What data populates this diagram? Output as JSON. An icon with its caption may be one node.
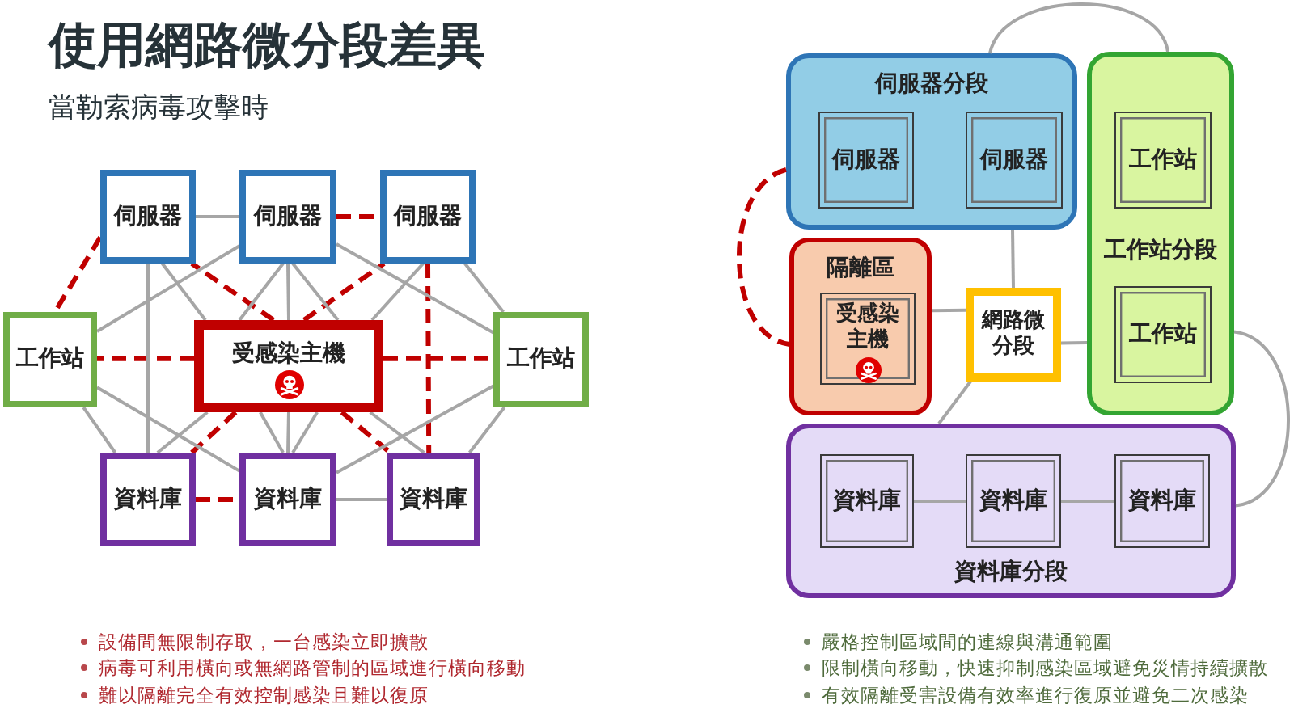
{
  "diagram": {
    "title": "使用網路微分段差異",
    "nodes": [
      {
        "text": [
          "伺服器"
        ]
      },
      {
        "text": [
          "伺服器"
        ]
      },
      {
        "text": [
          "伺服器"
        ]
      },
      {
        "text": [
          "工作站"
        ]
      },
      {
        "text": [
          "受感染主機"
        ]
      },
      {
        "text": [
          "工作站"
        ]
      },
      {
        "text": [
          "資料庫"
        ]
      },
      {
        "text": [
          "資料庫"
        ]
      },
      {
        "text": [
          "資料庫"
        ]
      },
      {
        "text": [
          "伺服器分段"
        ]
      },
      {
        "text": [
          "伺服器"
        ],
        "in": 9
      },
      {
        "text": [
          "伺服器"
        ],
        "in": 9
      },
      {
        "text": [
          "工作站分段"
        ]
      },
      {
        "text": [
          "工作站"
        ],
        "in": 12
      },
      {
        "text": [
          "工作站"
        ],
        "in": 12
      },
      {
        "text": [
          "隔離區"
        ]
      },
      {
        "text": [
          "受感染主機"
        ],
        "in": 15
      },
      {
        "text": [
          "網路微分段"
        ]
      },
      {
        "text": [
          "資料庫分段"
        ]
      },
      {
        "text": [
          "資料庫"
        ],
        "in": 18
      },
      {
        "text": [
          "資料庫"
        ],
        "in": 18
      },
      {
        "text": [
          "資料庫"
        ],
        "in": 18
      }
    ],
    "edges": [
      {
        "from": 0,
        "to": 1,
        "arrow": "none"
      },
      {
        "from": 1,
        "to": 2,
        "arrow": "none",
        "style": "dashed",
        "color": "#c00000"
      },
      {
        "from": 0,
        "to": 3,
        "arrow": "none",
        "style": "dashed",
        "color": "#c00000"
      },
      {
        "from": 2,
        "to": 5,
        "arrow": "none"
      },
      {
        "from": 3,
        "to": 6,
        "arrow": "none"
      },
      {
        "from": 5,
        "to": 8,
        "arrow": "none"
      },
      {
        "from": 6,
        "to": 7,
        "arrow": "none",
        "style": "dashed",
        "color": "#c00000"
      },
      {
        "from": 7,
        "to": 8,
        "arrow": "none"
      },
      {
        "from": 4,
        "to": 0,
        "arrow": "none",
        "style": "dashed",
        "color": "#c00000"
      },
      {
        "from": 4,
        "to": 2,
        "arrow": "none",
        "style": "dashed",
        "color": "#c00000"
      },
      {
        "from": 4,
        "to": 3,
        "arrow": "none",
        "style": "dashed",
        "color": "#c00000"
      },
      {
        "from": 4,
        "to": 5,
        "arrow": "none",
        "style": "dashed",
        "color": "#c00000"
      },
      {
        "from": 4,
        "to": 6,
        "arrow": "none",
        "style": "dashed",
        "color": "#c00000"
      },
      {
        "from": 4,
        "to": 8,
        "arrow": "none",
        "style": "dashed",
        "color": "#c00000"
      },
      {
        "from": 2,
        "to": 8,
        "arrow": "none",
        "style": "dashed",
        "color": "#c00000"
      },
      {
        "from": 0,
        "to": 6,
        "arrow": "none"
      },
      {
        "from": 0,
        "to": 4,
        "arrow": "none"
      },
      {
        "from": 1,
        "to": 4,
        "arrow": "none"
      },
      {
        "from": 1,
        "to": 4,
        "arrow": "none"
      },
      {
        "from": 1,
        "to": 4,
        "arrow": "none"
      },
      {
        "from": 2,
        "to": 4,
        "arrow": "none"
      },
      {
        "from": 3,
        "to": 1,
        "arrow": "none"
      },
      {
        "from": 3,
        "to": 7,
        "arrow": "none"
      },
      {
        "from": 5,
        "to": 1,
        "arrow": "none"
      },
      {
        "from": 5,
        "to": 7,
        "arrow": "none"
      },
      {
        "from": 4,
        "to": 6,
        "arrow": "none"
      },
      {
        "from": 4,
        "to": 7,
        "arrow": "none"
      },
      {
        "from": 4,
        "to": 7,
        "arrow": "none"
      },
      {
        "from": 4,
        "to": 7,
        "arrow": "none"
      },
      {
        "from": 4,
        "to": 8,
        "arrow": "none"
      },
      {
        "from": 9,
        "to": 12,
        "arrow": "none"
      },
      {
        "from": 9,
        "to": 17,
        "arrow": "none"
      },
      {
        "from": 15,
        "to": 17,
        "arrow": "none"
      },
      {
        "from": 17,
        "to": 12,
        "arrow": "none"
      },
      {
        "from": 17,
        "to": 18,
        "arrow": "none"
      },
      {
        "from": 12,
        "to": 18,
        "arrow": "none"
      },
      {
        "from": 9,
        "to": 15,
        "arrow": "none",
        "style": "dashed",
        "color": "#c00000"
      },
      {
        "from": 19,
        "to": 20,
        "arrow": "none"
      },
      {
        "from": 20,
        "to": 21,
        "arrow": "none"
      }
    ],
    "labels": [
      "當勒索病毒攻擊時",
      "設備間無限制存取，一台感染立即擴散",
      "病毒可利用橫向或無網路管制的區域進行橫向移動",
      "難以隔離完全有效控制感染且難以復原",
      "嚴格控制區域間的連線與溝通範圍",
      "限制橫向移動，快速抑制感染區域避免災情持續擴散",
      "有效隔離受害設備有效率進行復原並避免二次感染"
    ]
  }
}
